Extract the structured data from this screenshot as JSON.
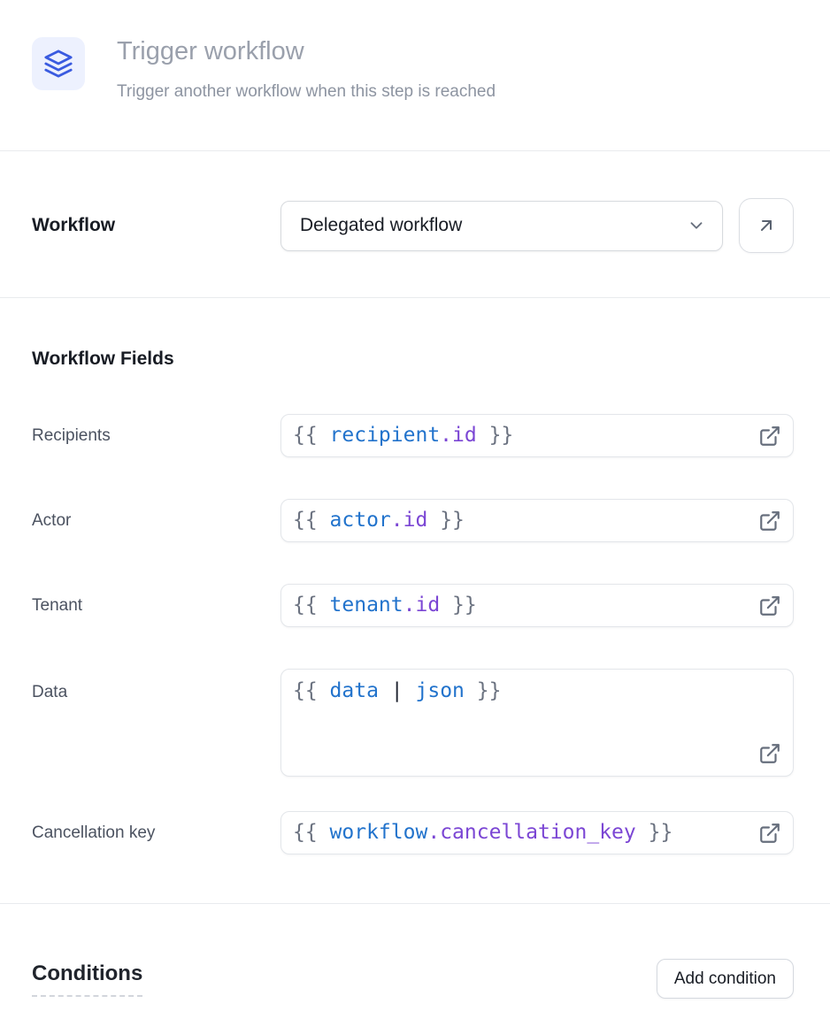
{
  "header": {
    "icon": "layers-icon",
    "title": "Trigger workflow",
    "subtitle": "Trigger another workflow when this step is reached"
  },
  "workflow": {
    "label": "Workflow",
    "selected": "Delegated workflow",
    "dropdown_icon": "chevron-down-icon",
    "open_icon": "arrow-up-right-icon"
  },
  "fields_section": {
    "heading": "Workflow Fields",
    "external_icon": "external-link-icon",
    "fields": [
      {
        "label": "Recipients",
        "multiline": false,
        "value": "{{ recipient.id }}",
        "segments": [
          {
            "text": "{{ ",
            "color": "punct"
          },
          {
            "text": "recipient",
            "color": "var"
          },
          {
            "text": ".",
            "color": "prop"
          },
          {
            "text": "id",
            "color": "prop"
          },
          {
            "text": " }}",
            "color": "punct"
          }
        ]
      },
      {
        "label": "Actor",
        "multiline": false,
        "value": "{{ actor.id }}",
        "segments": [
          {
            "text": "{{ ",
            "color": "punct"
          },
          {
            "text": "actor",
            "color": "var"
          },
          {
            "text": ".",
            "color": "prop"
          },
          {
            "text": "id",
            "color": "prop"
          },
          {
            "text": " }}",
            "color": "punct"
          }
        ]
      },
      {
        "label": "Tenant",
        "multiline": false,
        "value": "{{ tenant.id }}",
        "segments": [
          {
            "text": "{{ ",
            "color": "punct"
          },
          {
            "text": "tenant",
            "color": "var"
          },
          {
            "text": ".",
            "color": "prop"
          },
          {
            "text": "id",
            "color": "prop"
          },
          {
            "text": " }}",
            "color": "punct"
          }
        ]
      },
      {
        "label": "Data",
        "multiline": true,
        "value": "{{ data | json }}",
        "segments": [
          {
            "text": "{{ ",
            "color": "punct"
          },
          {
            "text": "data",
            "color": "var"
          },
          {
            "text": " ",
            "color": "punct"
          },
          {
            "text": "|",
            "color": "op"
          },
          {
            "text": " ",
            "color": "punct"
          },
          {
            "text": "json",
            "color": "var"
          },
          {
            "text": " }}",
            "color": "punct"
          }
        ]
      },
      {
        "label": "Cancellation key",
        "multiline": false,
        "value": "{{ workflow.cancellation_key }}",
        "segments": [
          {
            "text": "{{ ",
            "color": "punct"
          },
          {
            "text": "workflow",
            "color": "var"
          },
          {
            "text": ".",
            "color": "prop"
          },
          {
            "text": "cancellation_key",
            "color": "prop"
          },
          {
            "text": " }}",
            "color": "punct"
          }
        ]
      }
    ]
  },
  "conditions": {
    "heading": "Conditions",
    "add_button_label": "Add condition"
  },
  "colors": {
    "accent_blue": "#3a5be0",
    "icon_box_bg": "#edf1fe",
    "code_variable": "#2273cc",
    "code_property": "#7b46d4",
    "code_punctuation": "#6b7280",
    "code_operator": "#1f2430",
    "icon_gray": "#666e7c",
    "title_gray": "#9aa0ac",
    "divider": "#e9ebee"
  }
}
